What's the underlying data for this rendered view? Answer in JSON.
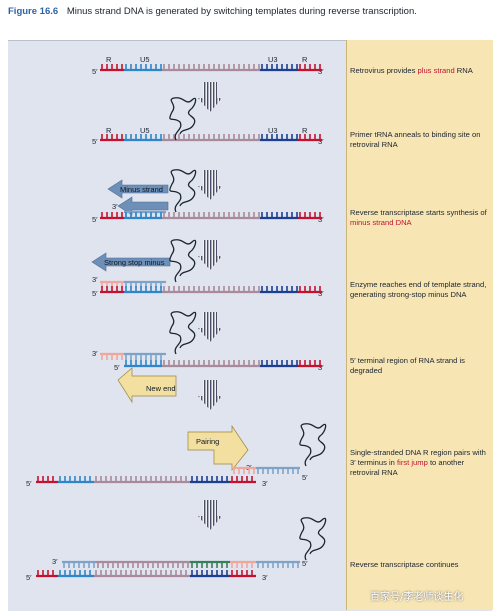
{
  "figure": {
    "number": "Figure 16.6",
    "title": "Minus strand DNA is generated by switching templates during reverse transcription."
  },
  "rna_labels": {
    "five_prime": "5′",
    "three_prime": "3′",
    "R": "R",
    "U5": "U5",
    "U3": "U3"
  },
  "arrow_labels": {
    "minus_strand": "Minus strand",
    "strong_stop_minus": "Strong stop minus",
    "new_end": "New end",
    "pairing": "Pairing"
  },
  "steps": [
    {
      "caption_parts": [
        [
          "Retrovirus provides ",
          ""
        ],
        [
          "plus strand",
          "red"
        ],
        [
          " RNA",
          ""
        ]
      ]
    },
    {
      "caption_parts": [
        [
          "Primer tRNA anneals to binding site on retroviral RNA",
          ""
        ]
      ]
    },
    {
      "caption_parts": [
        [
          "Reverse transcriptase starts synthesis of ",
          ""
        ],
        [
          "minus strand DNA",
          "red"
        ]
      ]
    },
    {
      "caption_parts": [
        [
          "Enzyme reaches end of template strand, generating strong-stop minus DNA",
          ""
        ]
      ]
    },
    {
      "caption_parts": [
        [
          "5′ terminal region of RNA strand is degraded",
          ""
        ]
      ]
    },
    {
      "caption_parts": [
        [
          "Single-stranded DNA R region pairs with 3′ terminus in ",
          ""
        ],
        [
          "first jump",
          "red"
        ],
        [
          " to another retroviral RNA",
          ""
        ]
      ]
    },
    {
      "caption_parts": [
        [
          "Reverse transcriptase continues",
          ""
        ]
      ]
    }
  ],
  "watermark": "百家号/李老师谈生化",
  "colors": {
    "rna_R": "#c3122f",
    "rna_U5": "#2f86c9",
    "rna_mid": "#a88a9a",
    "rna_U3": "#1d3f8f",
    "dna_pale": "#f0a79b",
    "dna_blue": "#7ea3c9",
    "dna_green": "#3a7d5a",
    "trna": "#1b2430",
    "arrow_blue": "#6d8fb8",
    "arrow_yellow": "#f3dfa0"
  }
}
